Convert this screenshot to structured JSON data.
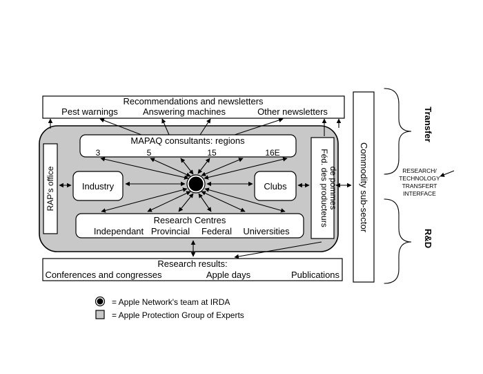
{
  "top_box": {
    "title": "Recommendations and newsletters",
    "items": [
      "Pest warnings",
      "Answering machines",
      "Other newsletters"
    ]
  },
  "mapaq": {
    "title": "MAPAQ consultants: regions",
    "regions": [
      "3",
      "5",
      "15",
      "16E"
    ]
  },
  "raps_office": "RAP's office",
  "industry": "Industry",
  "clubs": "Clubs",
  "federation": {
    "line1": "Féd. des producteurs",
    "line2": "de pommes"
  },
  "research_centres": {
    "title": "Research Centres",
    "items": [
      "Independant",
      "Provincial",
      "Federal",
      "Universities"
    ]
  },
  "research_results": {
    "title": "Research results:",
    "items": [
      "Conferences and congresses",
      "Apple days",
      "Publications"
    ]
  },
  "commodity": "Commodity sub-sector",
  "transfer": "Transfer",
  "rd": "R&D",
  "interface": [
    "RESEARCH/",
    "TECHNOLOGY",
    "TRANSFERT",
    "INTERFACE"
  ],
  "legend": {
    "dot_label": "=  Apple Network's team at IRDA",
    "square_label": "=  Apple Protection Group of Experts"
  },
  "colors": {
    "group_fill": "#c8c8c8",
    "stroke": "#000000",
    "hub": "#000000"
  }
}
